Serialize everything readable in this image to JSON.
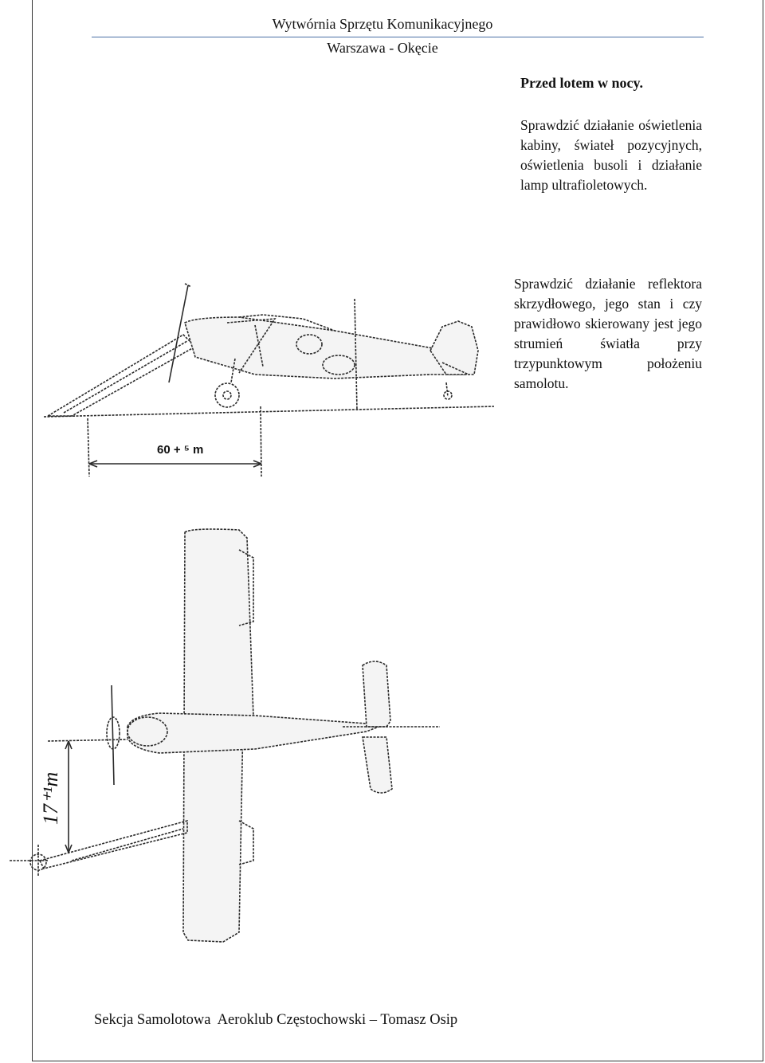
{
  "header": {
    "line1": "Wytwórnia Sprzętu Komunikacyjnego",
    "line2": "Warszawa - Okęcie"
  },
  "section": {
    "title": "Przed lotem w nocy."
  },
  "paragraphs": [
    "Sprawdzić działanie oświetlenia kabiny, świateł pozycyjnych, oświetlenia busoli i działanie lamp ultrafioletowych.",
    "Sprawdzić działanie reflektora skrzydłowego, jego stan i czy prawidłowo skierowany jest jego strumień światła przy trzypunktowym położeniu samolotu."
  ],
  "figures": {
    "side_view_distance_label": "60 + ⁵ m",
    "top_view_height_label": "17⁺¹m"
  },
  "footer": {
    "text": "Sekcja Samolotowa  Aeroklub Częstochowski – Tomasz Osip"
  }
}
